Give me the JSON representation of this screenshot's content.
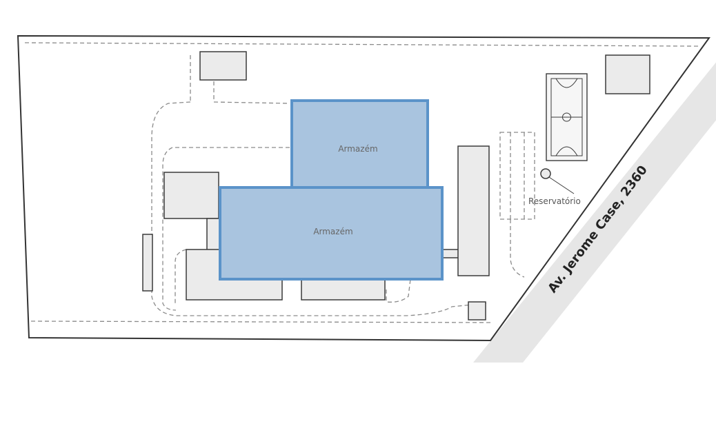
{
  "labels": {
    "warehouse_upper": "Armazém",
    "warehouse_lower": "Armazém",
    "reservoir": "Reservatório",
    "street": "Av. Jerome Case, 2360"
  },
  "colors": {
    "background": "#ffffff",
    "lot_outline": "#333333",
    "building_fill": "#ebebeb",
    "building_stroke": "#3a3a3a",
    "dashed_path": "#8a8a8a",
    "warehouse_fill": "#a9c4df",
    "warehouse_stroke": "#5b93c9",
    "road": "#e6e6e6",
    "street_text": "#222222",
    "label_text": "#666666"
  }
}
